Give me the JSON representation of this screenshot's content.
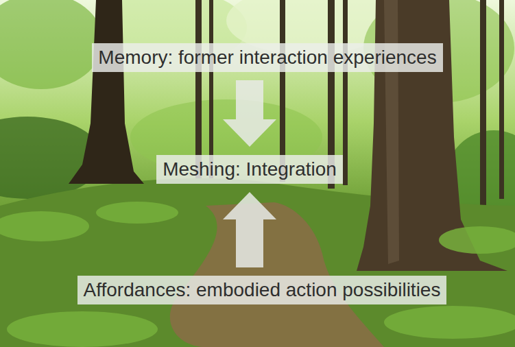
{
  "diagram": {
    "nodes": [
      {
        "text": [
          "Memory: former interaction experiences"
        ]
      },
      {
        "text": [
          "Meshing: Integration"
        ]
      },
      {
        "text": [
          "Affordances: embodied action possibilities"
        ]
      }
    ],
    "edges": [
      {
        "from": 0,
        "to": 1,
        "arrow": "to"
      },
      {
        "from": 2,
        "to": 1,
        "arrow": "to"
      }
    ]
  }
}
